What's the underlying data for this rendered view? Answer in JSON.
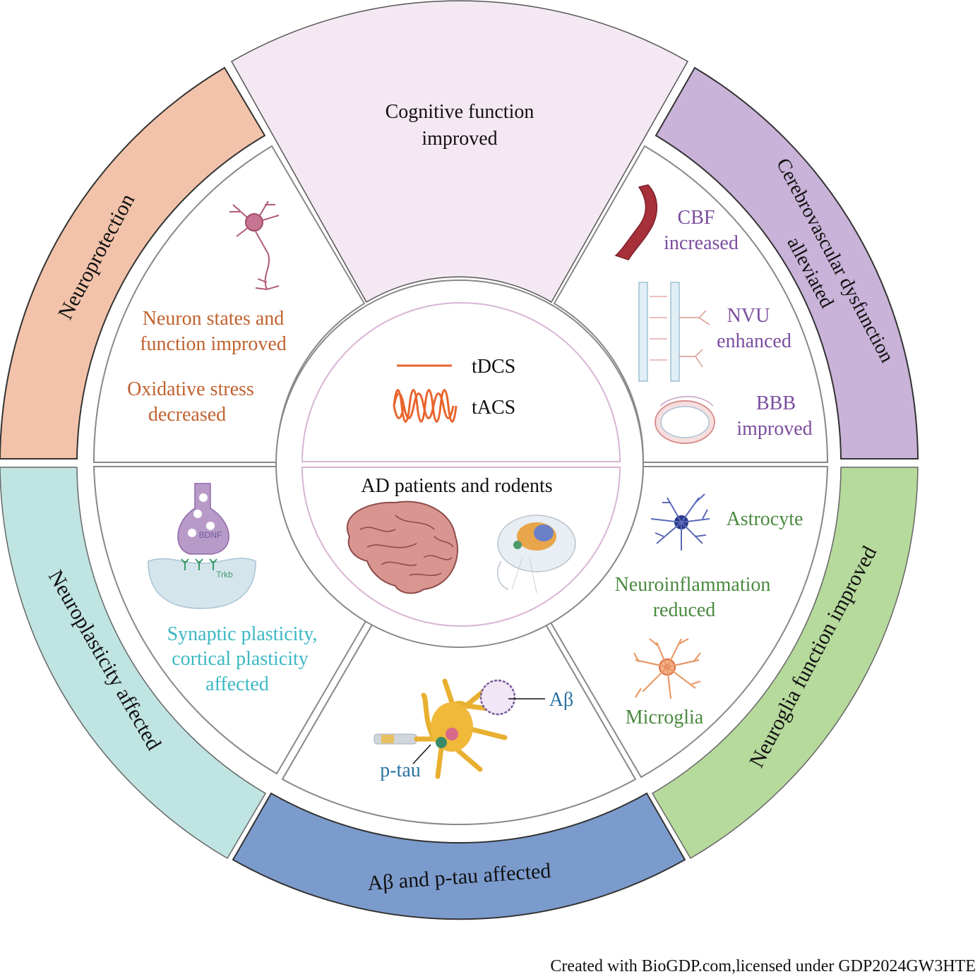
{
  "outer_ring": {
    "top": {
      "line1": "Cognitive function",
      "line2": "improved"
    },
    "upper_left": "Neuroprotection",
    "upper_right": {
      "line1": "Cerebrovascular dysfunction",
      "line2": "alleviated"
    },
    "lower_left": "Neuroplasticity affected",
    "lower_right": "Neuroglia function improved",
    "bottom": "Aβ and p-tau affected"
  },
  "center": {
    "stim1": "tDCS",
    "stim2": "tACS",
    "subjects": "AD patients and rodents"
  },
  "segments": {
    "upper_left": {
      "line1": "Neuron states and",
      "line2": "function  improved",
      "line3": "Oxidative stress",
      "line4": "decreased"
    },
    "upper_right": {
      "cbf1": "CBF",
      "cbf2": "increased",
      "nvu1": "NVU",
      "nvu2": "enhanced",
      "bbb1": "BBB",
      "bbb2": "improved"
    },
    "lower_left": {
      "bdnf": "BDNF",
      "trkb": "Trkb",
      "line1": "Synaptic  plasticity,",
      "line2": "cortical   plasticity",
      "line3": "affected"
    },
    "lower_right": {
      "astrocyte": "Astrocyte",
      "line1": "Neuroinflammation",
      "line2": "reduced",
      "microglia": "Microglia"
    },
    "bottom": {
      "abeta": "Aβ",
      "ptau": "p-tau"
    }
  },
  "footer": "Created with BioGDP.com,licensed under GDP2024GW3HTE",
  "colors": {
    "neuroprotection": "#f2c3aa",
    "cognitive": "#f4e8f3",
    "cerebrovascular": "#c9b3d8",
    "neuroplasticity": "#bfe4e2",
    "neuroglia": "#b6d99c",
    "abeta_ptau": "#7c9bcd",
    "orange_text": "#c0622f",
    "purple_text": "#7a4d9e",
    "teal_text": "#3cb8c4",
    "green_text": "#4a8a3f",
    "blue_text": "#2a72a0",
    "wave": "#e8652d"
  },
  "icons": [
    "neuron-icon",
    "blood-vessel-icon",
    "nvu-icon",
    "bbb-icon",
    "synapse-icon",
    "astrocyte-icon",
    "microglia-icon",
    "brain-icon",
    "rodent-icon",
    "neuron-plaque-icon",
    "dc-line-icon",
    "ac-wave-icon"
  ]
}
